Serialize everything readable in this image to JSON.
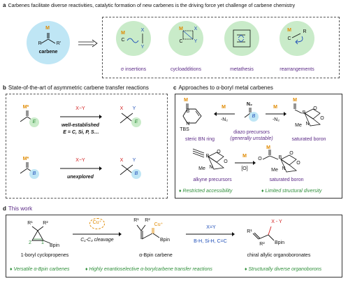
{
  "panel_a": {
    "letter": "a",
    "title": "Carbenes facilitate diverse reactivities, catalytic formation of new carbenes is the driving force yet challenge of carbene chemistry",
    "carbene_label": "carbene",
    "carbene_M": "M",
    "carbene_R": "R",
    "carbene_Rp": "R'",
    "items": [
      {
        "label": "σ insertions",
        "atoms": [
          "M",
          "C",
          "X",
          "Y"
        ]
      },
      {
        "label": "cycloadditions",
        "atoms": [
          "M",
          "C",
          "X",
          "Y"
        ]
      },
      {
        "label": "metathesis",
        "atoms": []
      },
      {
        "label": "rearrangements",
        "atoms": [
          "M",
          "C",
          "R"
        ]
      }
    ]
  },
  "panel_b": {
    "letter": "b",
    "title": "State-of-the-art of  asymmetric carbene transfer reactions",
    "row1": {
      "M": "M*",
      "reagent": "X−Y",
      "sub": "E",
      "desc": "well-established",
      "desc2": "E = C, Si, P, S…",
      "prodX": "X",
      "prodY": "Y"
    },
    "row2": {
      "M": "M*",
      "reagent": "X−Y",
      "sub": "B",
      "desc": "unexplored",
      "prodX": "X",
      "prodY": "Y"
    }
  },
  "panel_c": {
    "letter": "c",
    "title": "Approaches to α-boryl metal carbenes",
    "n2": "N₂",
    "minus_n2": "-N₂",
    "M": "M",
    "B": "B",
    "Me": "Me",
    "N": "N",
    "O": "O",
    "TBS": "TBS",
    "oxid": "[O]",
    "label_bn": "steric BN ring",
    "label_diazo": "diazo precursors",
    "label_diazo2": "(generally unstable)",
    "label_sat1": "saturated boron",
    "label_alkyne": "alkyne precursors",
    "label_sat2": "saturated boron",
    "note1": "♦ Restricted accessibility",
    "note2": "♦ Limited structural diversity"
  },
  "panel_d": {
    "letter": "d",
    "title": "This work",
    "R1": "R¹",
    "R2": "R²",
    "n2": "2",
    "n1": "1",
    "bpin": "Bpin",
    "cu": "Cu⁺",
    "cleavage": "C₁-C₃ cleavage",
    "reagent": "X=Y",
    "reagent_types": "B-H, Si-H, C=C",
    "prod_xy": "X - Y",
    "label_sm": "1-boryl cyclopropenes",
    "label_carbene": "α-Bpin carbene",
    "label_prod": "chiral allylic organoboronates",
    "notes": [
      "♦ Versatile α-Bpin carbenes",
      "♦ Highly enantioselective α-borylcarbene transfer reactions",
      "♦ Structurally diverse organoborons"
    ]
  },
  "colors": {
    "purple": "#5b2a86",
    "green": "#2f8f3a",
    "red": "#d11c1c",
    "orange": "#e08a00",
    "circle_blue": "#bfe6f5",
    "circle_green": "#c9ebc9"
  }
}
